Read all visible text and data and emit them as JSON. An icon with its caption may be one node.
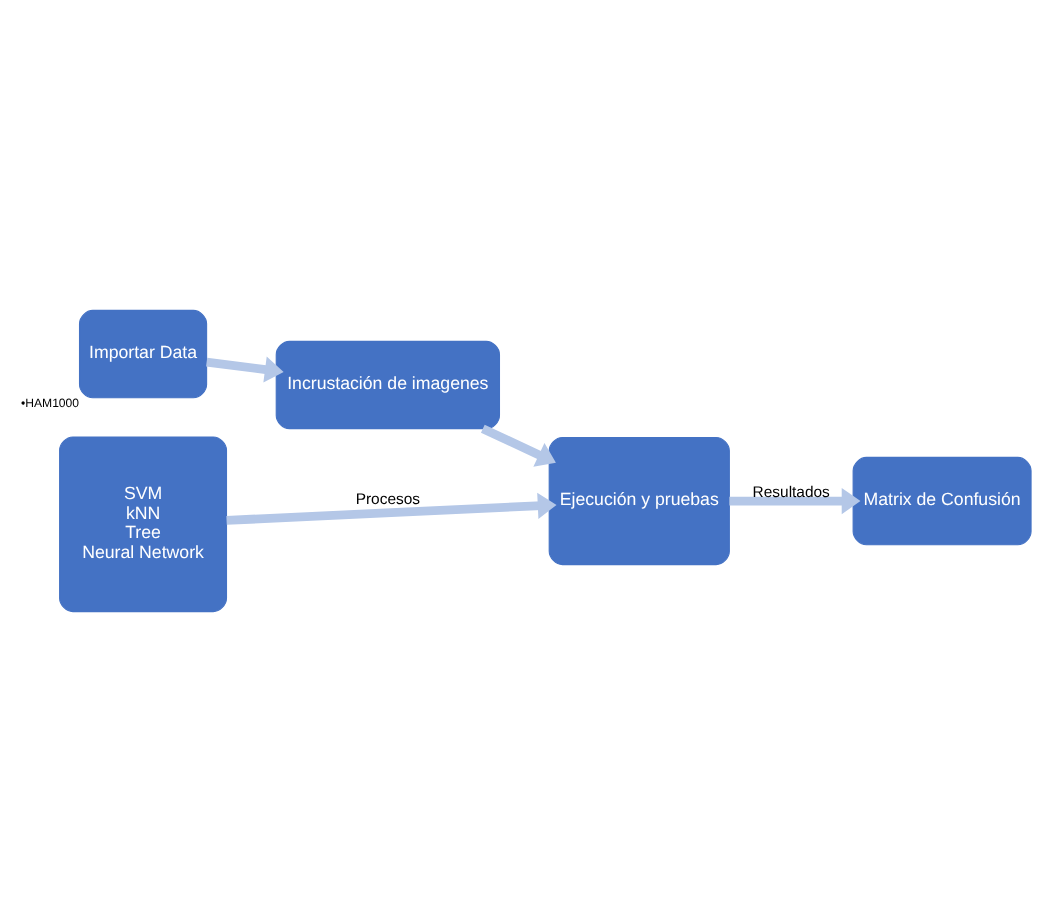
{
  "diagram": {
    "nodes": [
      {
        "text": [
          "Importar Data"
        ],
        "beside": [
          "•HAM1000"
        ]
      },
      {
        "text": [
          "Incrustación de imagenes"
        ]
      },
      {
        "text": [
          "SVM",
          "kNN",
          "Tree",
          "Neural Network"
        ]
      },
      {
        "text": [
          "Ejecución y pruebas"
        ]
      },
      {
        "text": [
          "Matrix de Confusión"
        ]
      }
    ],
    "edges": [
      {
        "from": 0,
        "to": 1,
        "arrow": "to"
      },
      {
        "from": 1,
        "to": 3,
        "arrow": "to"
      },
      {
        "from": 2,
        "to": 3,
        "arrow": "to",
        "label": "Procesos"
      },
      {
        "from": 3,
        "to": 4,
        "arrow": "to",
        "label": "Resultados"
      }
    ]
  }
}
